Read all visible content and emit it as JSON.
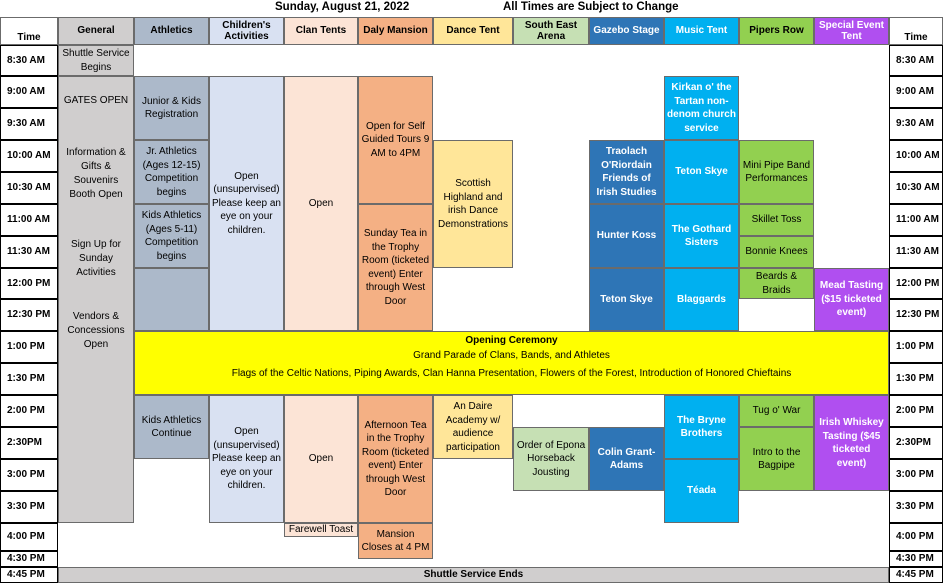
{
  "header": {
    "date": "Sunday, August 21, 2022",
    "notice": "All Times are Subject to Change"
  },
  "columns": [
    {
      "key": "general",
      "label": "General",
      "color": "#d0cece"
    },
    {
      "key": "athletics",
      "label": "Athletics",
      "color": "#acb9ca"
    },
    {
      "key": "children",
      "label": "Children's Activities",
      "color": "#d9e1f2"
    },
    {
      "key": "clan",
      "label": "Clan Tents",
      "color": "#fce4d6"
    },
    {
      "key": "daly",
      "label": "Daly Mansion",
      "color": "#f4b084"
    },
    {
      "key": "dance",
      "label": "Dance Tent",
      "color": "#ffe699"
    },
    {
      "key": "southeast",
      "label": "South East Arena",
      "color": "#c6e0b4"
    },
    {
      "key": "gazebo",
      "label": "Gazebo Stage",
      "color": "#2e75b6"
    },
    {
      "key": "music",
      "label": "Music Tent",
      "color": "#00b0f0"
    },
    {
      "key": "pipers",
      "label": "Pipers Row",
      "color": "#92d050"
    },
    {
      "key": "special",
      "label": "Special Event Tent",
      "color": "#b04ff0"
    }
  ],
  "time_label": "Time",
  "times": [
    "8:30 AM",
    "9:00 AM",
    "9:30 AM",
    "10:00 AM",
    "10:30 AM",
    "11:00 AM",
    "11:30 AM",
    "12:00 PM",
    "12:30 PM",
    "1:00 PM",
    "1:30 PM",
    "2:00 PM",
    "2:30PM",
    "3:00 PM",
    "3:30 PM",
    "4:00 PM",
    "4:30 PM",
    "4:45 PM"
  ],
  "times_right": [
    "8:30 AM",
    "9:00 AM",
    "9:30 AM",
    "10:00 AM",
    "10:30 AM",
    "11:00 AM",
    "11:30 AM",
    "12:00 PM",
    "12:30 PM",
    "1:00 PM",
    "1:30 PM",
    "2:00 PM",
    "2:30PM",
    "3:00 PM",
    "3:30 PM",
    "4:00 PM",
    "4:30 PM",
    "4:45 PM"
  ],
  "general": {
    "shuttle_begins": "Shuttle Service Begins",
    "gates_open": "GATES OPEN",
    "info_booth": "Information & Gifts & Souvenirs Booth Open",
    "sign_up": "Sign Up for Sunday Activities",
    "vendors": "Vendors & Concessions Open"
  },
  "events": [
    {
      "col": 1,
      "start": 1,
      "end": 3,
      "text": "Junior & Kids Registration"
    },
    {
      "col": 1,
      "start": 3,
      "end": 5,
      "text": "Jr. Athletics (Ages 12-15) Competition begins"
    },
    {
      "col": 1,
      "start": 5,
      "end": 7,
      "text": "Kids Athletics (Ages 5-11) Competition begins"
    },
    {
      "col": 1,
      "start": 7,
      "end": 9,
      "text": ""
    },
    {
      "col": 2,
      "start": 1,
      "end": 9,
      "text": "Open (unsupervised) Please keep an eye on your children."
    },
    {
      "col": 3,
      "start": 1,
      "end": 9,
      "text": "Open"
    },
    {
      "col": 4,
      "start": 1,
      "end": 5,
      "text": "Open for Self Guided Tours 9 AM to 4PM"
    },
    {
      "col": 4,
      "start": 5,
      "end": 9,
      "text": "Sunday Tea in the Trophy Room (ticketed event) Enter through West Door"
    },
    {
      "col": 5,
      "start": 3,
      "end": 7,
      "text": "Scottish Highland and irish Dance Demonstrations"
    },
    {
      "col": 7,
      "start": 3,
      "end": 5,
      "text": "Traolach O'Riordain Friends of Irish Studies",
      "bold": true
    },
    {
      "col": 7,
      "start": 5,
      "end": 7,
      "text": "Hunter Koss",
      "bold": true
    },
    {
      "col": 7,
      "start": 7,
      "end": 9,
      "text": "Teton Skye",
      "bold": true
    },
    {
      "col": 8,
      "start": 1,
      "end": 3,
      "text": "Kirkan o' the Tartan non-denom church service",
      "bold": true
    },
    {
      "col": 8,
      "start": 3,
      "end": 5,
      "text": "Teton Skye",
      "bold": true
    },
    {
      "col": 8,
      "start": 5,
      "end": 7,
      "text": "The Gothard Sisters",
      "bold": true
    },
    {
      "col": 8,
      "start": 7,
      "end": 9,
      "text": "Blaggards",
      "bold": true
    },
    {
      "col": 9,
      "start": 3,
      "end": 5,
      "text": "Mini Pipe Band Performances"
    },
    {
      "col": 9,
      "start": 5,
      "end": 6,
      "text": "Skillet Toss"
    },
    {
      "col": 9,
      "start": 6,
      "end": 7,
      "text": "Bonnie Knees"
    },
    {
      "col": 9,
      "start": 7,
      "end": 8,
      "text": "Beards & Braids"
    },
    {
      "col": 10,
      "start": 7,
      "end": 9,
      "text": "Mead Tasting ($15 ticketed event)",
      "bold": true
    },
    {
      "col": 1,
      "start": 11,
      "end": 13,
      "text": "Kids Athletics Continue"
    },
    {
      "col": 2,
      "start": 11,
      "end": 15,
      "text": "Open (unsupervised) Please keep an eye on your children."
    },
    {
      "col": 3,
      "start": 11,
      "end": 15,
      "text": "Open"
    },
    {
      "col": 3,
      "start": 15,
      "end": 15.5,
      "text": "Farewell Toast"
    },
    {
      "col": 4,
      "start": 11,
      "end": 15,
      "text": "Afternoon Tea in the Trophy Room (ticketed event) Enter through West Door"
    },
    {
      "col": 4,
      "start": 15,
      "end": 16.5,
      "text": "Mansion Closes at 4 PM"
    },
    {
      "col": 5,
      "start": 11,
      "end": 13,
      "text": "An Daire Academy w/ audience participation"
    },
    {
      "col": 6,
      "start": 12,
      "end": 14,
      "text": "Order of Epona Horseback Jousting"
    },
    {
      "col": 7,
      "start": 12,
      "end": 14,
      "text": "Colin Grant-Adams",
      "bold": true
    },
    {
      "col": 8,
      "start": 11,
      "end": 13,
      "text": "The Bryne Brothers",
      "bold": true
    },
    {
      "col": 8,
      "start": 13,
      "end": 15,
      "text": "Téada",
      "bold": true
    },
    {
      "col": 9,
      "start": 11,
      "end": 12,
      "text": "Tug o' War"
    },
    {
      "col": 9,
      "start": 12,
      "end": 14,
      "text": "Intro to the Bagpipe"
    },
    {
      "col": 10,
      "start": 11,
      "end": 14,
      "text": "Irish Whiskey Tasting ($45 ticketed event)",
      "bold": true
    }
  ],
  "ceremony": {
    "title": "Opening Ceremony",
    "line1": "Grand Parade of Clans, Bands, and Athletes",
    "line2": "Flags of the Celtic Nations, Piping Awards, Clan Hanna Presentation, Flowers of the Forest, Introduction of Honored Chieftains",
    "color": "#ffff00"
  },
  "shuttle_ends": "Shuttle Service Ends",
  "shuttle_ends_color": "#d0cece"
}
